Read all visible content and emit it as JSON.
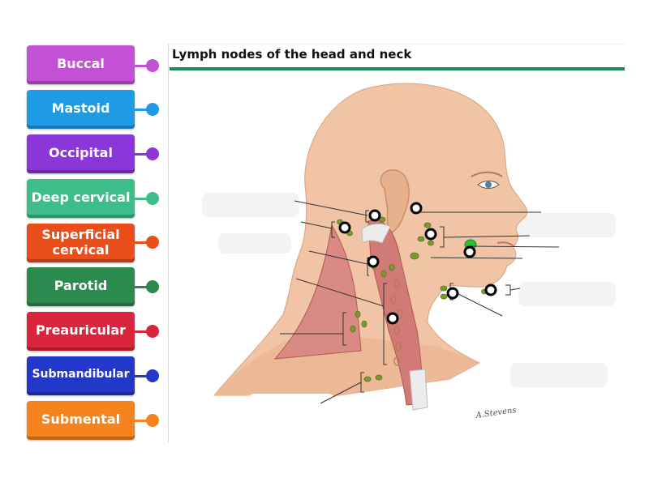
{
  "labels": [
    {
      "text": "Buccal",
      "color": "#c251d6"
    },
    {
      "text": "Mastoid",
      "color": "#1f9be6"
    },
    {
      "text": "Occipital",
      "color": "#8a36d9"
    },
    {
      "text": "Deep cervical",
      "color": "#3dbd8a"
    },
    {
      "text": "Superficial cervical",
      "color": "#e94e1b"
    },
    {
      "text": "Parotid",
      "color": "#2b8a4e"
    },
    {
      "text": "Preauricular",
      "color": "#d9263c"
    },
    {
      "text": "Submandibular",
      "color": "#2338c8"
    },
    {
      "text": "Submental",
      "color": "#f5841f"
    }
  ],
  "diagram": {
    "title": "Lymph nodes of the head and neck",
    "signature": "A.Stevens"
  }
}
